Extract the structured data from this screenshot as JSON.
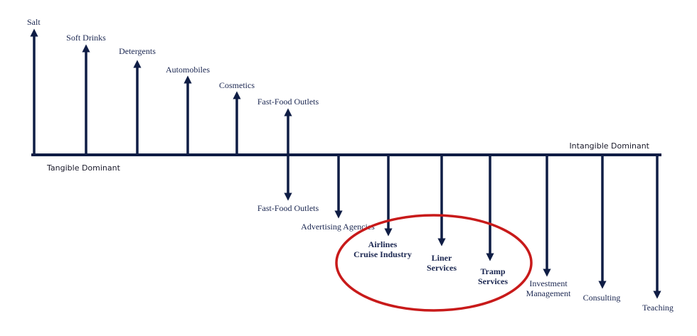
{
  "colors": {
    "line": "#0f1d45",
    "highlight": "#c81a1a"
  },
  "axis": {
    "left_label": "Tangible Dominant",
    "right_label": "Intangible Dominant"
  },
  "tangible_items": [
    "Salt",
    "Soft Drinks",
    "Detergents",
    "Automobiles",
    "Cosmetics",
    "Fast-Food Outlets"
  ],
  "intangible_items": [
    {
      "lines": [
        "Fast-Food Outlets"
      ],
      "highlighted": false
    },
    {
      "lines": [
        "Advertising Agencies"
      ],
      "highlighted": false
    },
    {
      "lines": [
        "Airlines",
        "Cruise Industry"
      ],
      "highlighted": true
    },
    {
      "lines": [
        "Liner",
        "Services"
      ],
      "highlighted": true
    },
    {
      "lines": [
        "Tramp",
        "Services"
      ],
      "highlighted": true
    },
    {
      "lines": [
        "Investment",
        "Management"
      ],
      "highlighted": false
    },
    {
      "lines": [
        "Consulting"
      ],
      "highlighted": false
    },
    {
      "lines": [
        "Teaching"
      ],
      "highlighted": false
    }
  ]
}
